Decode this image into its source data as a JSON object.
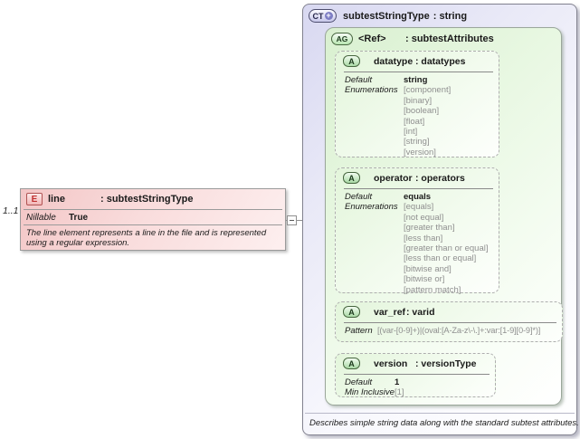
{
  "element": {
    "cardinality": "1..1",
    "badge": "E",
    "name": "line",
    "type": ": subtestStringType",
    "nillable_label": "Nillable",
    "nillable_value": "True",
    "documentation": "The line element represents a line in the file and is represented using a regular expression."
  },
  "complex_type": {
    "badge": "CT",
    "plus": "+",
    "name": "subtestStringType",
    "type": ": string",
    "footer": "Describes simple string data along with the standard subtest attributes.",
    "attribute_group": {
      "badge": "AG",
      "name": "<Ref>",
      "type": ": subtestAttributes",
      "attributes": [
        {
          "badge": "A",
          "name": "datatype",
          "type": ": datatypes",
          "labels": [
            "Default",
            "Enumerations"
          ],
          "default": "string",
          "enumerations": [
            "[component]",
            "[binary]",
            "[boolean]",
            "[float]",
            "[int]",
            "[string]",
            "[version]"
          ]
        },
        {
          "badge": "A",
          "name": "operator",
          "type": ": operators",
          "labels": [
            "Default",
            "Enumerations"
          ],
          "default": "equals",
          "enumerations": [
            "[equals]",
            "[not equal]",
            "[greater than]",
            "[less than]",
            "[greater than or equal]",
            "[less than or equal]",
            "[bitwise and]",
            "[bitwise or]",
            "[pattern match]"
          ]
        },
        {
          "badge": "A",
          "name": "var_ref",
          "type": ": varid",
          "labels": [
            "Pattern"
          ],
          "pattern": "[(var-[0-9]+)|(oval:[A-Za-z\\-\\.]+:var:[1-9][0-9]*)]"
        },
        {
          "badge": "A",
          "name": "version",
          "type": ": versionType",
          "labels": [
            "Default",
            "Min Inclusive"
          ],
          "default": "1",
          "min_inclusive": "[1]"
        }
      ]
    }
  }
}
